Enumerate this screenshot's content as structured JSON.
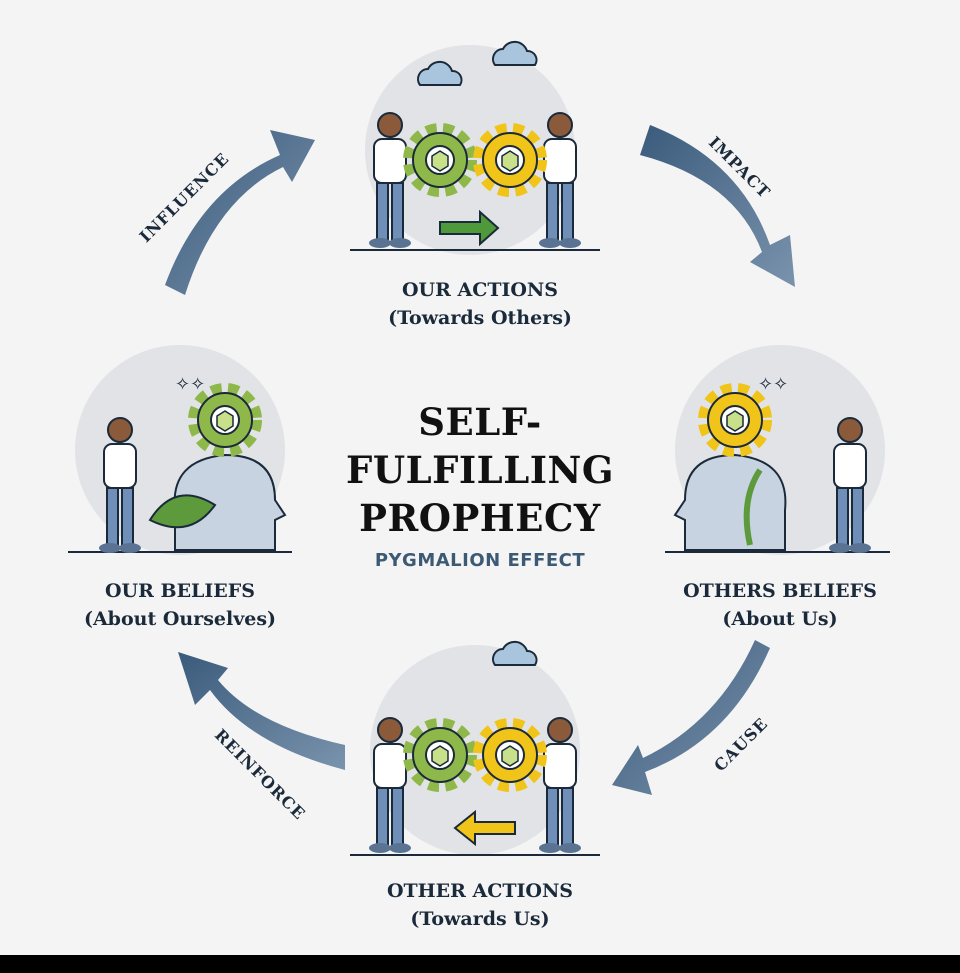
{
  "title": {
    "lines": [
      "SELF-",
      "FULFILLING",
      "PROPHECY"
    ],
    "subtitle": "PYGMALION EFFECT"
  },
  "stages": [
    {
      "id": "our-actions",
      "title": "OUR ACTIONS",
      "subtitle": "(Towards Others)"
    },
    {
      "id": "others-beliefs",
      "title": "OTHERS BELIEFS",
      "subtitle": "(About Us)"
    },
    {
      "id": "other-actions",
      "title": "OTHER ACTIONS",
      "subtitle": "(Towards Us)"
    },
    {
      "id": "our-beliefs",
      "title": "OUR BELIEFS",
      "subtitle": "(About Ourselves)"
    }
  ],
  "arrows": {
    "influence": "INFLUENCE",
    "impact": "IMPACT",
    "cause": "CAUSE",
    "reinforce": "REINFORCE"
  },
  "colors": {
    "arrow": "#46678a",
    "gear_green": "#8fb84a",
    "gear_yellow": "#f0c419",
    "circle_bg": "#e1e3e6",
    "text": "#1b2a3a",
    "accent": "#3d5a74"
  }
}
